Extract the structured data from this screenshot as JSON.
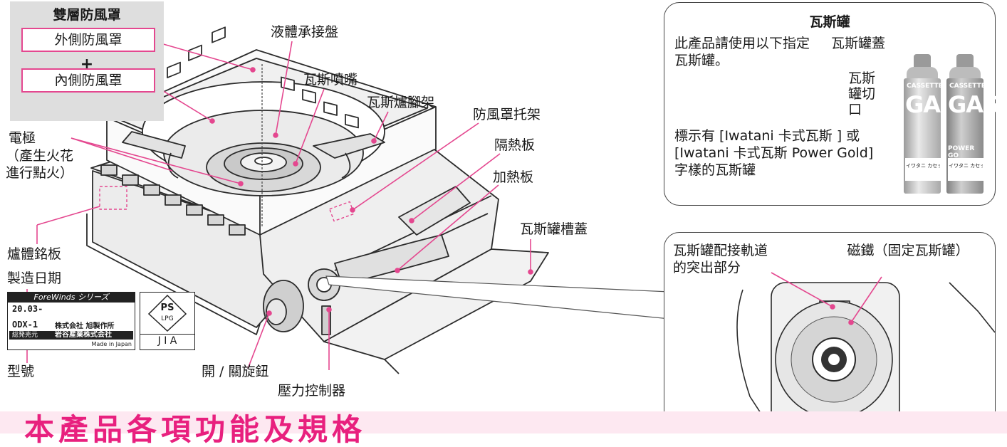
{
  "wind_shield": {
    "title": "雙層防風罩",
    "outer": "外側防風罩",
    "plus": "+",
    "inner": "內側防風罩"
  },
  "labels": {
    "drip_tray": "液體承接盤",
    "gas_nozzle": "瓦斯噴嘴",
    "burner_stand": "瓦斯爐腳架",
    "shield_bracket": "防風罩托架",
    "heat_shield": "隔熱板",
    "heating_plate": "加熱板",
    "cartridge_lid": "瓦斯罐槽蓋",
    "electrode": "電極",
    "electrode_note": "（產生火花進行點火）",
    "name_plate": "爐體銘板",
    "mfg_date": "製造日期",
    "model": "型號",
    "knob": "開 / 關旋鈕",
    "pressure": "壓力控制器"
  },
  "gas_panel": {
    "title": "瓦斯罐",
    "instruction": "此產品請使用以下指定瓦斯罐。",
    "cap_label": "瓦斯罐蓋",
    "notch_label": "瓦斯罐切口",
    "spec_text": "標示有 [Iwatani 卡式瓦斯 ] 或 [Iwatani 卡式瓦斯 Power Gold] 字樣的瓦斯罐",
    "can1_brand": "CASSETTE",
    "can1_big": "GAS",
    "can1_small": "イワタニ カセットガ",
    "can2_brand": "CASSETTE",
    "can2_big": "GAS",
    "can2_sub": "POWER GO",
    "can2_small": "イワタニ カセット ガスボンベ"
  },
  "detail_panel": {
    "rail_label": "瓦斯罐配接軌道的突出部分",
    "magnet_label": "磁鐵（固定瓦斯罐）"
  },
  "nameplate": {
    "series": "ForeWinds シリーズ",
    "date": "20.03-",
    "model": "ODX-1",
    "maker": "株式会社 旭製作所",
    "seller_tag": "総発売元",
    "seller": "岩谷産業株式会社",
    "origin": "Made in Japan",
    "ps": "PS",
    "lpg": "LPG",
    "jia": "J I A"
  },
  "footer": {
    "text": "本產品各項功能及規格"
  },
  "colors": {
    "accent": "#e4478f",
    "footer_bg": "#fde8f1",
    "footer_text": "#e8207e"
  }
}
